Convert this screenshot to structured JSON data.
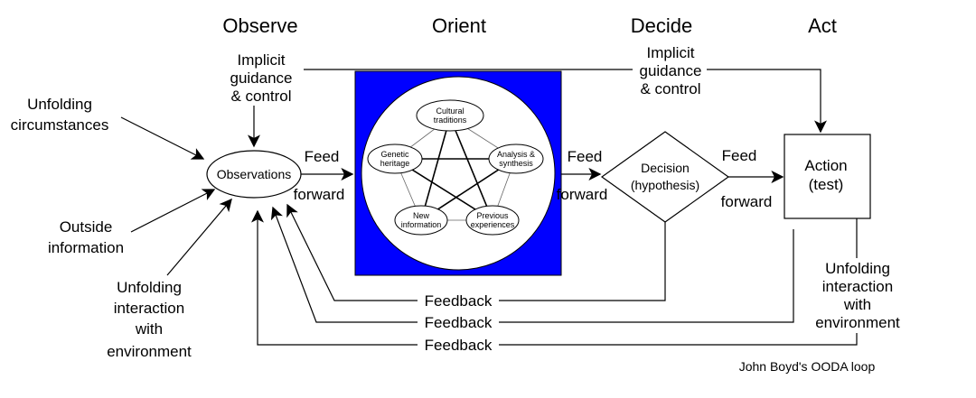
{
  "headings": {
    "observe": "Observe",
    "orient": "Orient",
    "decide": "Decide",
    "act": "Act"
  },
  "observe": {
    "implicit_guidance": [
      "Implicit",
      "guidance",
      "& control"
    ],
    "unfolding_circumstances": [
      "Unfolding",
      "circumstances"
    ],
    "outside_information": [
      "Outside",
      "information"
    ],
    "unfolding_interaction": [
      "Unfolding",
      "interaction",
      "with",
      "environment"
    ],
    "observations": "Observations"
  },
  "feed_forward_1": [
    "Feed",
    "forward"
  ],
  "orient": {
    "nodes": {
      "cultural": [
        "Cultural",
        "traditions"
      ],
      "genetic": [
        "Genetic",
        "heritage"
      ],
      "analysis": [
        "Analysis &",
        "synthesis"
      ],
      "new_info": [
        "New",
        "information"
      ],
      "previous": [
        "Previous",
        "experiences"
      ]
    },
    "box_color": "#0000ff"
  },
  "feed_forward_2": [
    "Feed",
    "forward"
  ],
  "decide": {
    "implicit_guidance": [
      "Implicit",
      "guidance",
      "& control"
    ],
    "decision": [
      "Decision",
      "(hypothesis)"
    ]
  },
  "feed_forward_3": [
    "Feed",
    "forward"
  ],
  "act": {
    "action": [
      "Action",
      "(test)"
    ],
    "unfolding_interaction": [
      "Unfolding",
      "interaction",
      "with",
      "environment"
    ]
  },
  "feedback": {
    "label_1": "Feedback",
    "label_2": "Feedback",
    "label_3": "Feedback"
  },
  "caption": "John Boyd's OODA loop"
}
